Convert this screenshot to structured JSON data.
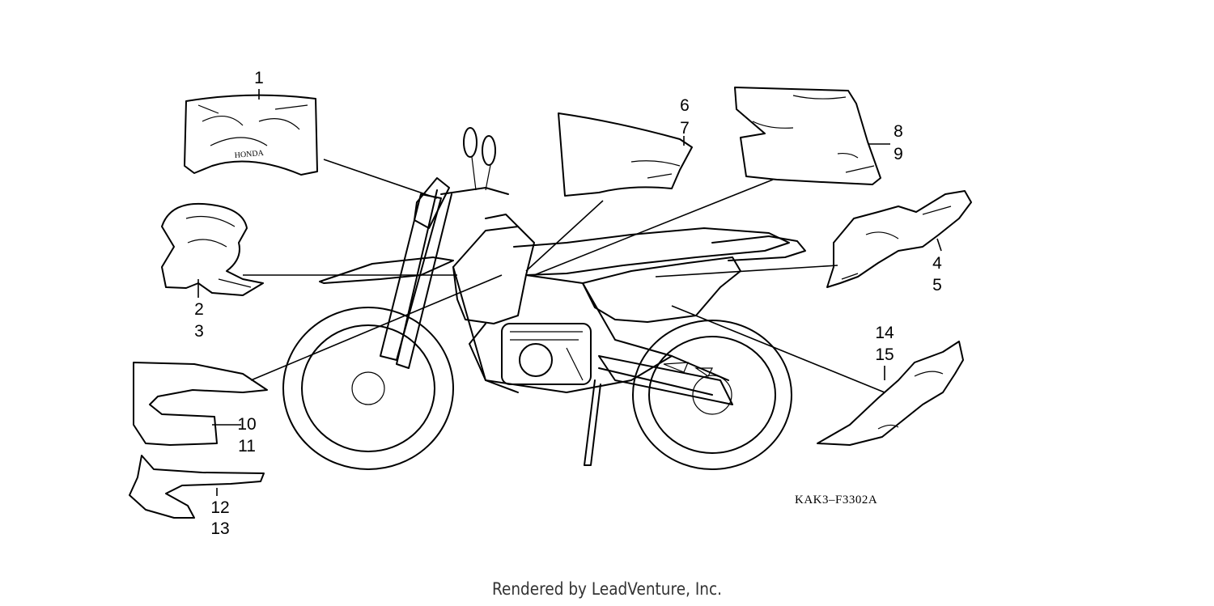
{
  "diagram": {
    "code": "KAK3–F3302A",
    "footer": "Rendered by LeadVenture, Inc.",
    "brand_text": "HONDA",
    "callouts": {
      "c1": "1",
      "c2": "2",
      "c3": "3",
      "c4": "4",
      "c5": "5",
      "c6": "6",
      "c7": "7",
      "c8": "8",
      "c9": "9",
      "c10": "10",
      "c11": "11",
      "c12": "12",
      "c13": "13",
      "c14": "14",
      "c15": "15"
    }
  }
}
